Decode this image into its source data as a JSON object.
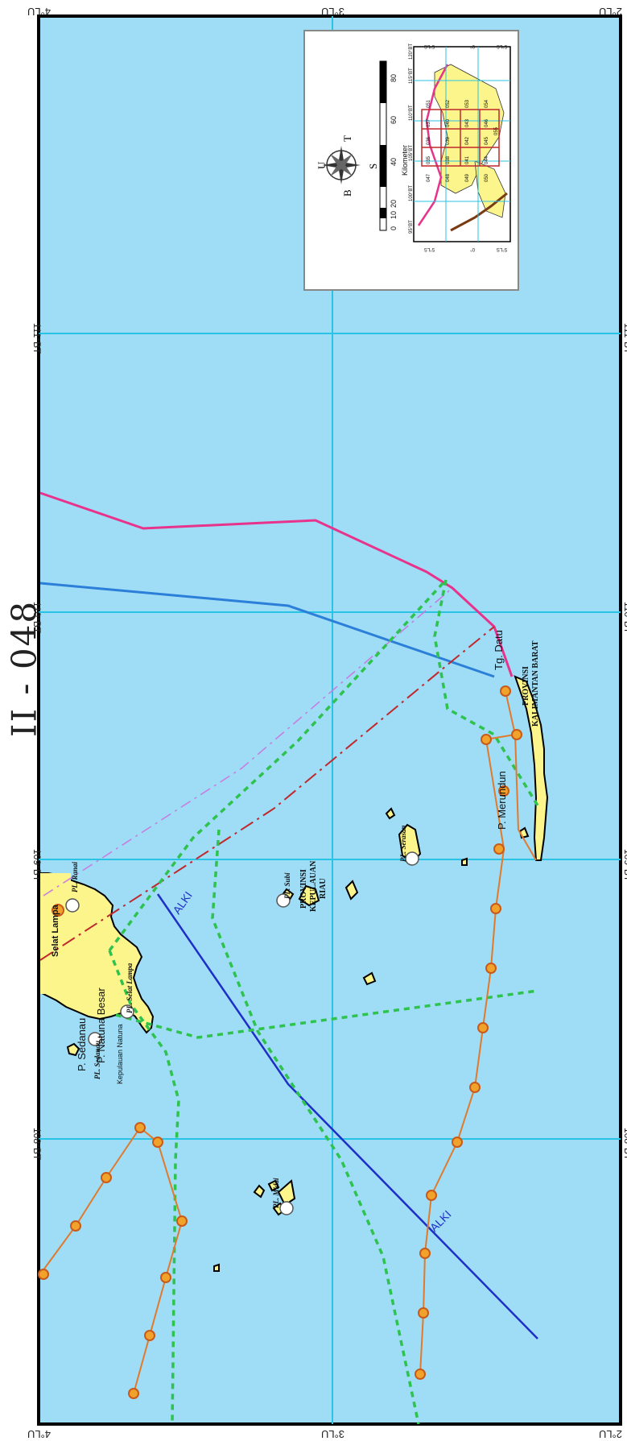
{
  "sheet_title": "II - 048",
  "colors": {
    "sea": "#9fdcf5",
    "land": "#fbf58c",
    "grid": "#29c3e6",
    "border_magenta": "#e8338d",
    "alki": "#1e2fc8",
    "blue_line": "#2b7fd9",
    "green_dashed": "#2ec24e",
    "orange_line": "#e07a2c",
    "red_dashdot": "#c0282b"
  },
  "graticule": {
    "latitude_labels": [
      "4°LU",
      "3°LU",
      "2°LU"
    ],
    "longitude_labels": [
      "108°BT",
      "109°BT",
      "110°BT",
      "111°BT"
    ]
  },
  "place_labels": {
    "selat_lampa": "Selat Lampa",
    "p_natuna_besar": "P. Natuna Besar",
    "p_sedanau": "P. Sedanau",
    "pl_sedanau": "PL. Sedanau",
    "kepulauan_natuna": "Kepulauan Natuna",
    "pl_ranai": "PL. Ranai",
    "pl_selat_lampa": "PL. Selat Lampa",
    "pl_midai": "PL. Midai",
    "pl_subi": "PL. Subi",
    "pl_serasan": "PL. Serasan",
    "provinsi_kepri_1": "PROVINSI",
    "provinsi_kepri_2": "KEPULAUAN",
    "provinsi_kepri_3": "RIAU",
    "provinsi_kalbar_1": "PROVINSI",
    "provinsi_kalbar_2": "KALIMANTAN BARAT",
    "tg_datu": "Tg. Datu",
    "p_merundun": "P. Merundun",
    "alki_1": "ALKI",
    "alki_2": "ALKI"
  },
  "inset": {
    "compass": {
      "north": "U",
      "south": "S",
      "east": "T",
      "west": "B"
    },
    "scale_ticks": [
      "0",
      "10",
      "20",
      "40",
      "60",
      "80"
    ],
    "scale_unit": "Kilometer",
    "locator_lon_labels": [
      "95°BT",
      "100°BT",
      "105°BT",
      "110°BT",
      "115°BT",
      "120°BT"
    ],
    "locator_lat_labels": [
      "5°LS",
      "0°",
      "5°LS"
    ],
    "sheet_numbers": [
      "035",
      "036",
      "037",
      "038",
      "039",
      "040",
      "041",
      "042",
      "043",
      "044",
      "045",
      "046",
      "047",
      "048",
      "049",
      "050",
      "051",
      "052",
      "053",
      "054",
      "055"
    ]
  }
}
